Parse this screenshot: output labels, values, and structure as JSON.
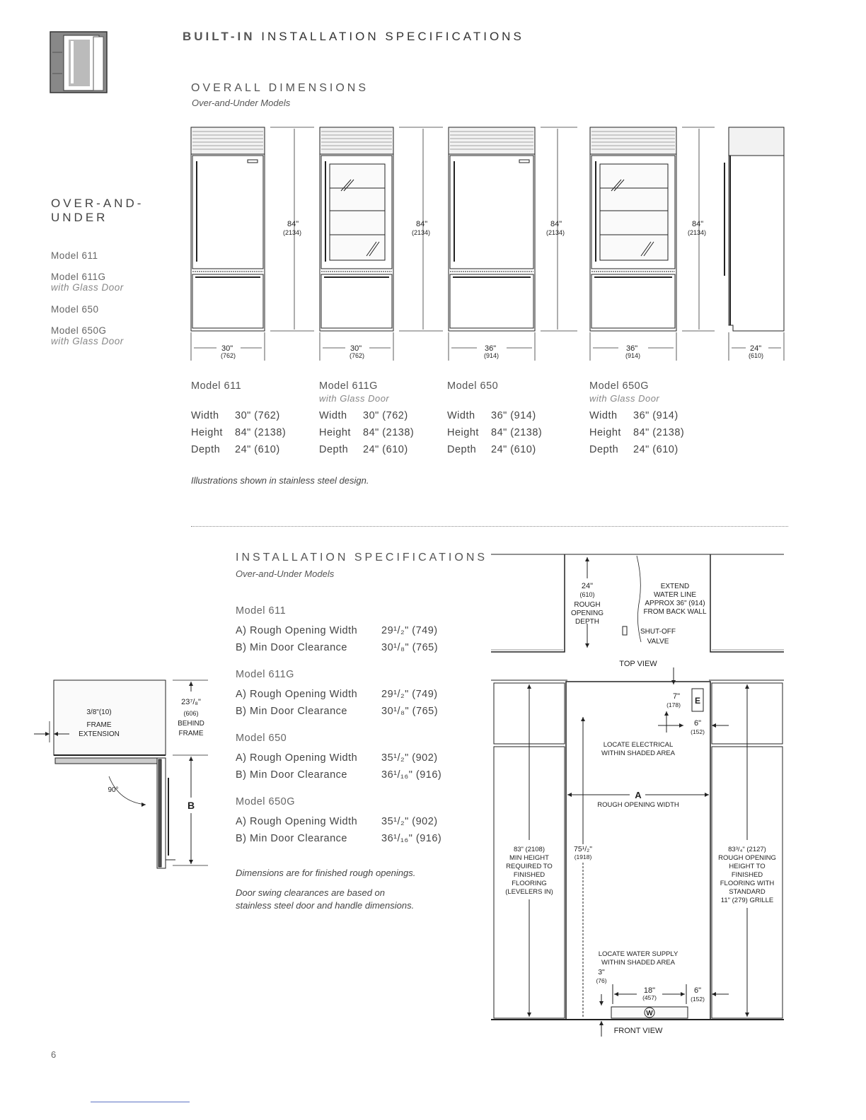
{
  "header": {
    "title_bold": "BUILT-IN",
    "title_rest": " INSTALLATION SPECIFICATIONS"
  },
  "overall": {
    "title": "OVERALL DIMENSIONS",
    "subtitle": "Over-and-Under Models"
  },
  "sidebar": {
    "title_line1": "OVER-AND-",
    "title_line2": "UNDER",
    "models": [
      {
        "name": "Model 611",
        "sub": ""
      },
      {
        "name": "Model 611G",
        "sub": "with Glass Door"
      },
      {
        "name": "Model 650",
        "sub": ""
      },
      {
        "name": "Model 650G",
        "sub": "with Glass Door"
      }
    ]
  },
  "figure": {
    "height_label": "84\"",
    "height_mm": "(2134)",
    "widths": [
      {
        "in": "30\"",
        "mm": "(762)"
      },
      {
        "in": "30\"",
        "mm": "(762)"
      },
      {
        "in": "36\"",
        "mm": "(914)"
      },
      {
        "in": "36\"",
        "mm": "(914)"
      }
    ],
    "depth": {
      "in": "24\"",
      "mm": "(610)"
    }
  },
  "cards": [
    {
      "name": "Model 611",
      "sub": "",
      "width": "30\" (762)",
      "height": "84\" (2138)",
      "depth": "24\" (610)"
    },
    {
      "name": "Model 611G",
      "sub": "with Glass Door",
      "width": "30\" (762)",
      "height": "84\" (2138)",
      "depth": "24\" (610)"
    },
    {
      "name": "Model 650",
      "sub": "",
      "width": "36\" (914)",
      "height": "84\" (2138)",
      "depth": "24\" (610)"
    },
    {
      "name": "Model 650G",
      "sub": "with Glass Door",
      "width": "36\" (914)",
      "height": "84\" (2138)",
      "depth": "24\" (610)"
    }
  ],
  "labels": {
    "width": "Width",
    "height": "Height",
    "depth": "Depth"
  },
  "illustration_note": "Illustrations shown in stainless steel design.",
  "install": {
    "title": "INSTALLATION SPECIFICATIONS",
    "subtitle": "Over-and-Under Models",
    "label_a": "A) Rough Opening Width",
    "label_b": "B) Min Door Clearance",
    "models": [
      {
        "name": "Model 611",
        "a": "29¹/₂\" (749)",
        "b": "30¹/₈\" (765)"
      },
      {
        "name": "Model 611G",
        "a": "29¹/₂\" (749)",
        "b": "30¹/₈\" (765)"
      },
      {
        "name": "Model 650",
        "a": "35¹/₂\" (902)",
        "b": "36¹/₁₆\" (916)"
      },
      {
        "name": "Model 650G",
        "a": "35¹/₂\" (902)",
        "b": "36¹/₁₆\" (916)"
      }
    ],
    "note1": "Dimensions are for finished rough openings.",
    "note2a": "Door swing clearances are based on",
    "note2b": "stainless steel door and handle dimensions."
  },
  "swing": {
    "frame_ext_1": "3/8\"(10)",
    "frame_ext_2": "FRAME",
    "frame_ext_3": "EXTENSION",
    "behind_1": "23⁷/₈\"",
    "behind_2": "(606)",
    "behind_3": "BEHIND",
    "behind_4": "FRAME",
    "angle": "90°",
    "b": "B"
  },
  "top_view": {
    "depth_1": "24\"",
    "depth_2": "(610)",
    "depth_3": "ROUGH",
    "depth_4": "OPENING",
    "depth_5": "DEPTH",
    "water_1": "EXTEND",
    "water_2": "WATER LINE",
    "water_3": "APPROX 36\" (914)",
    "water_4": "FROM BACK WALL",
    "valve_1": "SHUT-OFF",
    "valve_2": "VALVE",
    "caption": "TOP VIEW"
  },
  "front_view": {
    "e_top": "7\"",
    "e_top_mm": "(178)",
    "e_label": "E",
    "e_side": "6\"",
    "e_side_mm": "(152)",
    "elec_1": "LOCATE ELECTRICAL",
    "elec_2": "WITHIN SHADED AREA",
    "a_label": "A",
    "a_text": "ROUGH OPENING WIDTH",
    "left_1": "83\" (2108)",
    "left_2": "MIN HEIGHT",
    "left_3": "REQUIRED TO",
    "left_4": "FINISHED",
    "left_5": "FLOORING",
    "left_6": "(LEVELERS IN)",
    "mid_1": "75¹/₂\"",
    "mid_2": "(1918)",
    "right_1": "83³/₄\" (2127)",
    "right_2": "ROUGH OPENING",
    "right_3": "HEIGHT TO",
    "right_4": "FINISHED",
    "right_5": "FLOORING WITH",
    "right_6": "STANDARD",
    "right_7": "11\" (279) GRILLE",
    "water_1": "LOCATE WATER SUPPLY",
    "water_2": "WITHIN SHADED AREA",
    "w_up": "3\"",
    "w_up_mm": "(76)",
    "w_width": "18\"",
    "w_width_mm": "(457)",
    "w_side": "6\"",
    "w_side_mm": "(152)",
    "w_label": "W",
    "caption": "FRONT VIEW"
  },
  "page_number": "6"
}
